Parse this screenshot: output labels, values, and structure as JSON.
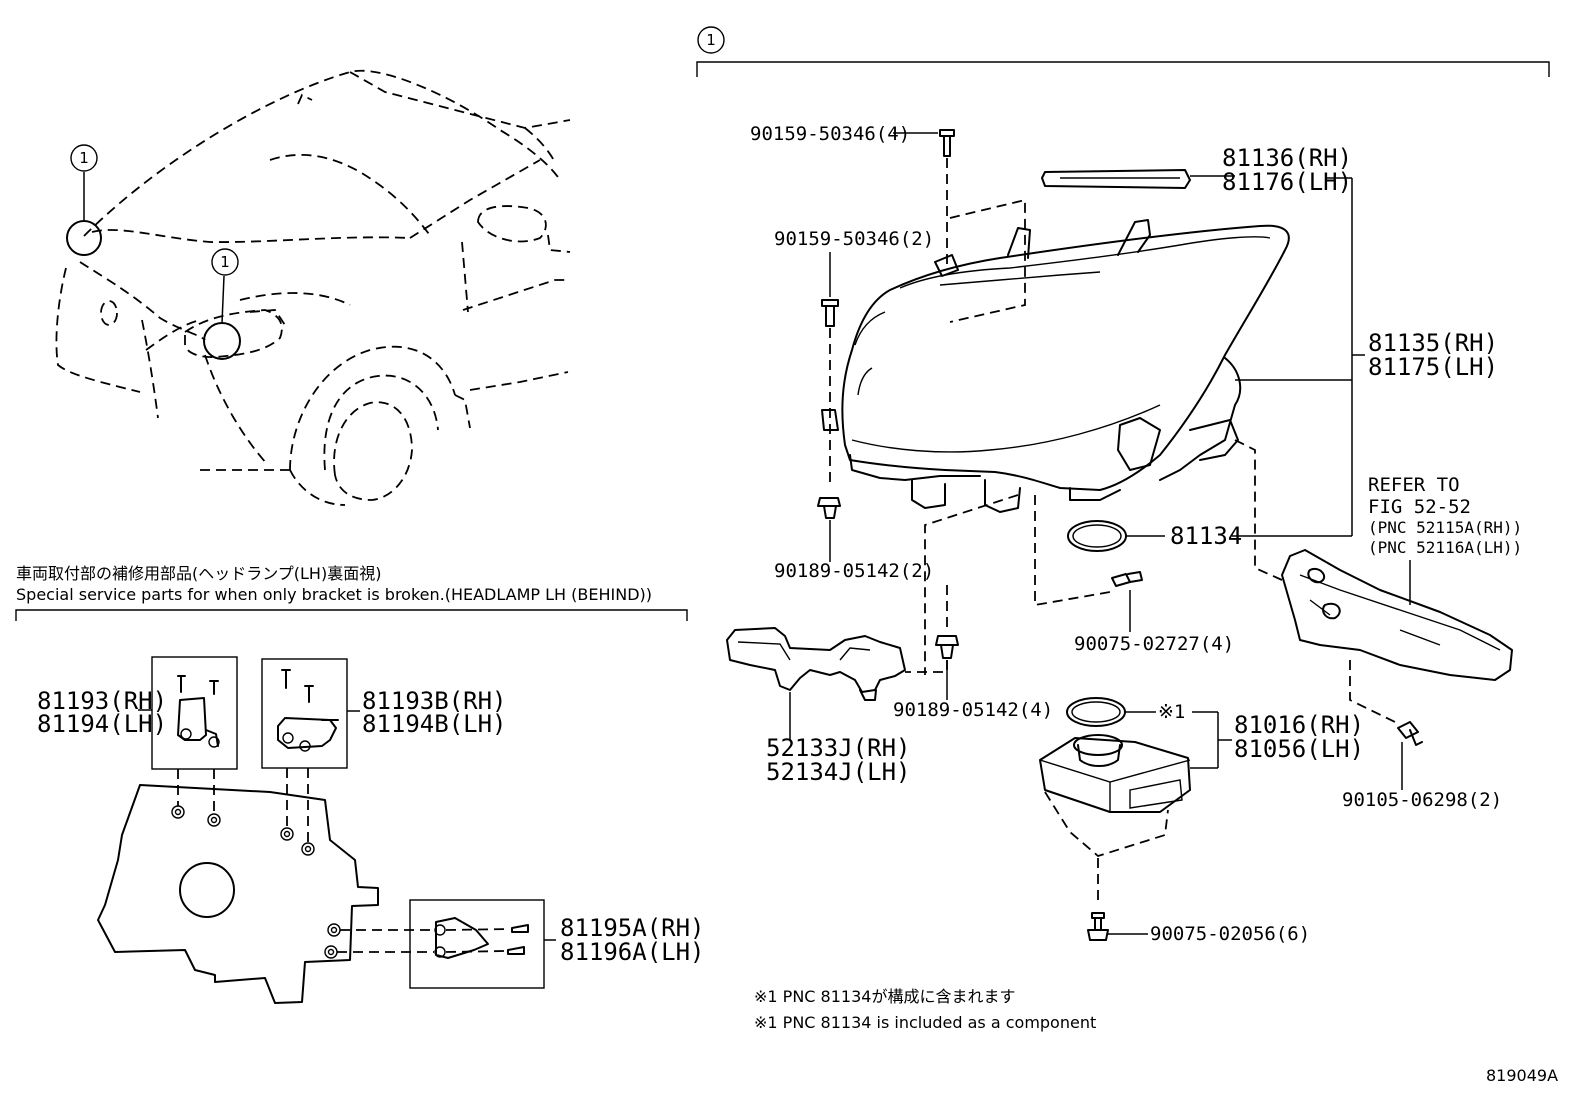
{
  "callout_symbol": "1",
  "bracket_section": {
    "title_jp": "車両取付部の補修用部品(ヘッドランプ(LH)裏面視)",
    "title_en": "Special service parts for when only bracket is broken.(HEADLAMP LH (BEHIND))"
  },
  "labels": {
    "p81193": "81193(RH)",
    "p81194": "81194(LH)",
    "p81193b": "81193B(RH)",
    "p81194b": "81194B(LH)",
    "p81195a": "81195A(RH)",
    "p81196a": "81196A(LH)",
    "bolt_top4": "90159-50346(4)",
    "bolt_mid2": "90159-50346(2)",
    "clip_left2": "90189-05142(2)",
    "clip_low4": "90189-05142(4)",
    "p81136": "81136(RH)",
    "p81176": "81176(LH)",
    "p81135": "81135(RH)",
    "p81175": "81175(LH)",
    "p81134": "81134",
    "refer1": "REFER TO",
    "refer2": "FIG 52-52",
    "refer3": "(PNC 52115A(RH))",
    "refer4": "(PNC 52116A(LH))",
    "screw_2727": "90075-02727(4)",
    "p52133j": "52133J(RH)",
    "p52134j": "52134J(LH)",
    "mark1": "※1",
    "p81016": "81016(RH)",
    "p81056": "81056(LH)",
    "screw_6298": "90105-06298(2)",
    "screw_2056": "90075-02056(6)"
  },
  "notes": {
    "jp": "※1 PNC 81134が構成に含まれます",
    "en": "※1 PNC 81134 is included as a component"
  },
  "figure_id": "819049A"
}
